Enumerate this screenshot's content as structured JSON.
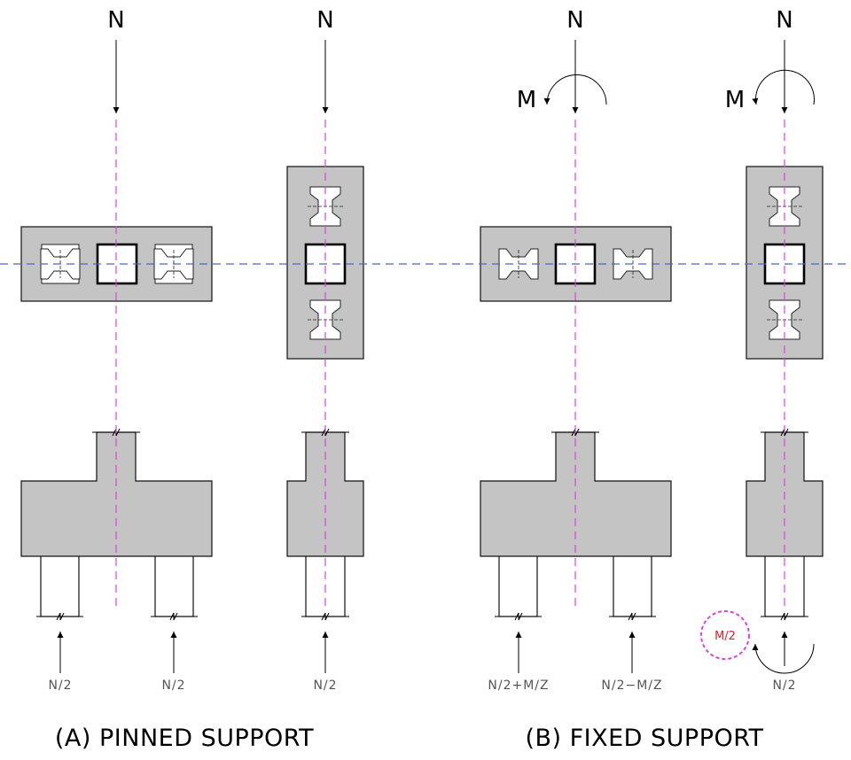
{
  "load_labels": {
    "n1": "N",
    "n2": "N",
    "n3": "N",
    "n4": "N",
    "m3": "M",
    "m4": "M"
  },
  "reaction_labels": {
    "r1": "N/2",
    "r2": "N/2",
    "r3": "N/2",
    "r4": "N/2+M/Z",
    "r5": "N/2−M/Z",
    "r6": "N/2",
    "moment_bubble": "M/2"
  },
  "captions": {
    "pinned": "(A) PINNED SUPPORT",
    "fixed": "(B) FIXED SUPPORT"
  },
  "colors": {
    "concrete": "#c4c4c4",
    "centerline_vertical": "#e040e0",
    "centerline_horizontal": "#4a63d8",
    "moment_bubble": "#e0202a"
  }
}
